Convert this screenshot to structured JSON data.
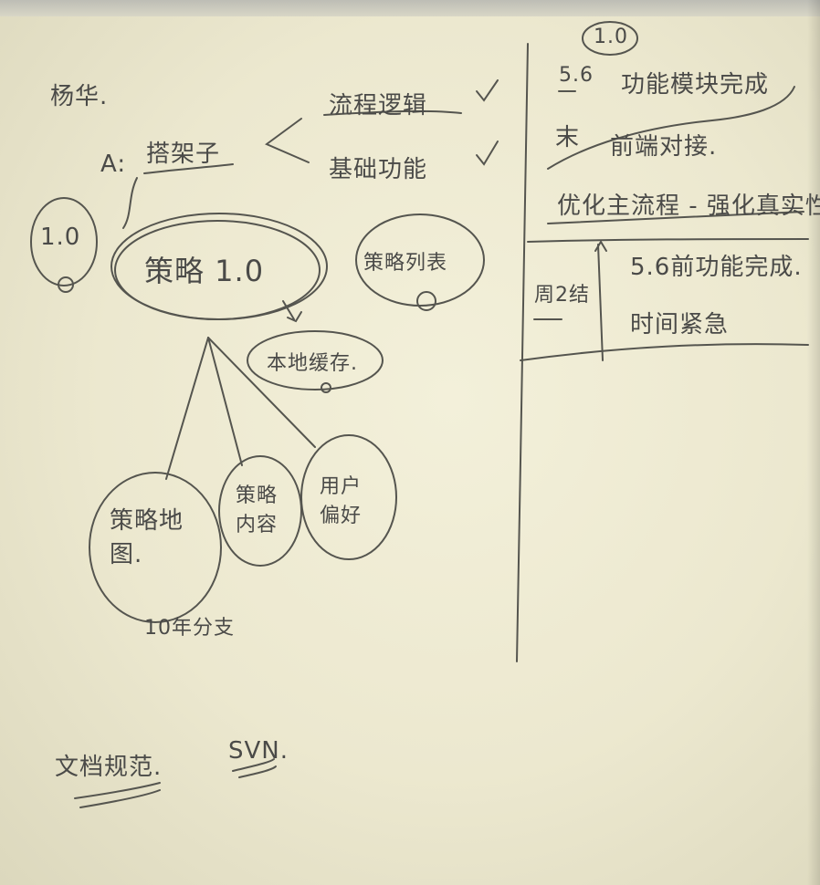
{
  "notes": {
    "title": "杨华.",
    "a_label": "A:",
    "architecture": "搭架子",
    "branch_top": "流程逻辑",
    "branch_bottom": "基础功能",
    "version_circle_left": "1.0",
    "strategy_node": "策略 1.0",
    "strategy_list": "策略列表",
    "local_cache": "本地缓存.",
    "strategy_map": "策略地图.",
    "map_note": "10年分支",
    "strategy_content": "策略内容",
    "user_prefs": "用户偏好",
    "version_right": "1.0",
    "date_left": "5.6",
    "weekday": "末",
    "right_line1": "功能模块完成",
    "right_line2": "前端对接.",
    "right_line3": "优化主流程 - 强化真实性",
    "week_label": "周2结",
    "right_line4": "5.6前功能完成.",
    "right_line5": "时间紧急",
    "bottom_docs": "文档规范.",
    "bottom_svn": "SVN."
  }
}
